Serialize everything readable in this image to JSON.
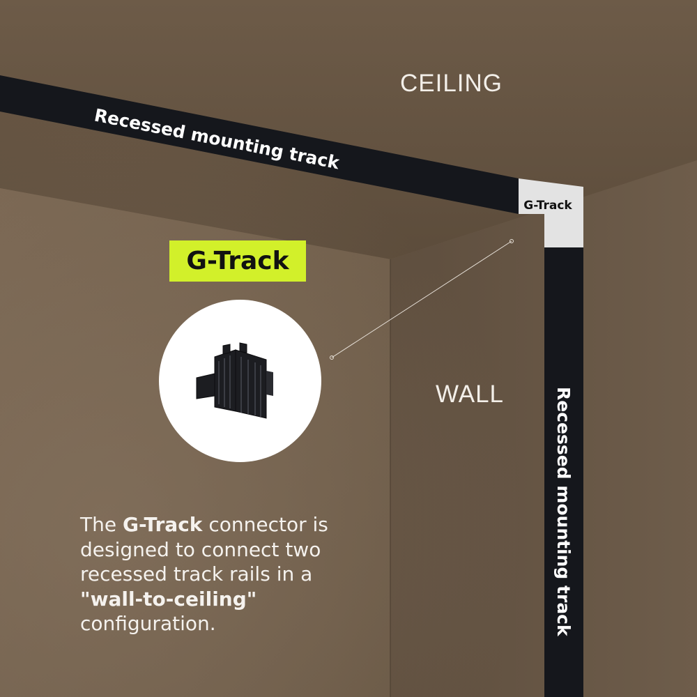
{
  "labels": {
    "ceiling": "CEILING",
    "wall": "WALL",
    "track_top": "Recessed mounting track",
    "track_side": "Recessed mounting track",
    "corner": "G-Track"
  },
  "badge": {
    "title": "G-Track"
  },
  "description": {
    "intro": "The",
    "product_name": "G-Track",
    "middle": "connector is designed to connect two recessed track rails in a",
    "highlight": "\"wall-to-ceiling\"",
    "end": "configuration."
  },
  "colors": {
    "track": "#15171c",
    "accent": "#d2f02a",
    "corner_piece": "#e3e3e3",
    "text_light": "#f3efe9",
    "room": "#6e5c48"
  },
  "icons": {
    "product": "g-track-connector-icon"
  }
}
